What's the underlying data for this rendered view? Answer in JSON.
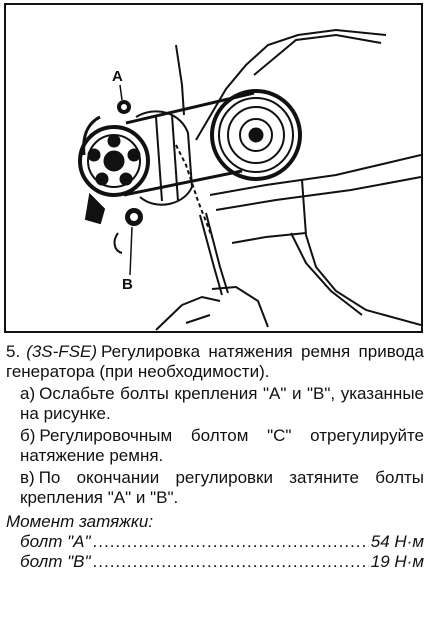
{
  "figure": {
    "callouts": {
      "a": "A",
      "b": "B"
    }
  },
  "step": {
    "number": "5.",
    "model": "(3S-FSE)",
    "title": "Регулировка натяжения ремня привода генератора (при необходимости)."
  },
  "substeps": [
    {
      "letter": "а)",
      "text": "Ослабьте болты крепления \"А\" и \"В\", указанные на рисунке."
    },
    {
      "letter": "б)",
      "text": "Регулировочным болтом \"С\" отрегулируйте натяжение ремня."
    },
    {
      "letter": "в)",
      "text": "По окончании регулировки затяните болты крепления \"А\" и \"В\"."
    }
  ],
  "torque": {
    "title": "Момент затяжки:",
    "rows": [
      {
        "name": "болт \"А\"",
        "value": "54 Н·м"
      },
      {
        "name": "болт \"В\"",
        "value": "19 Н·м"
      }
    ]
  }
}
